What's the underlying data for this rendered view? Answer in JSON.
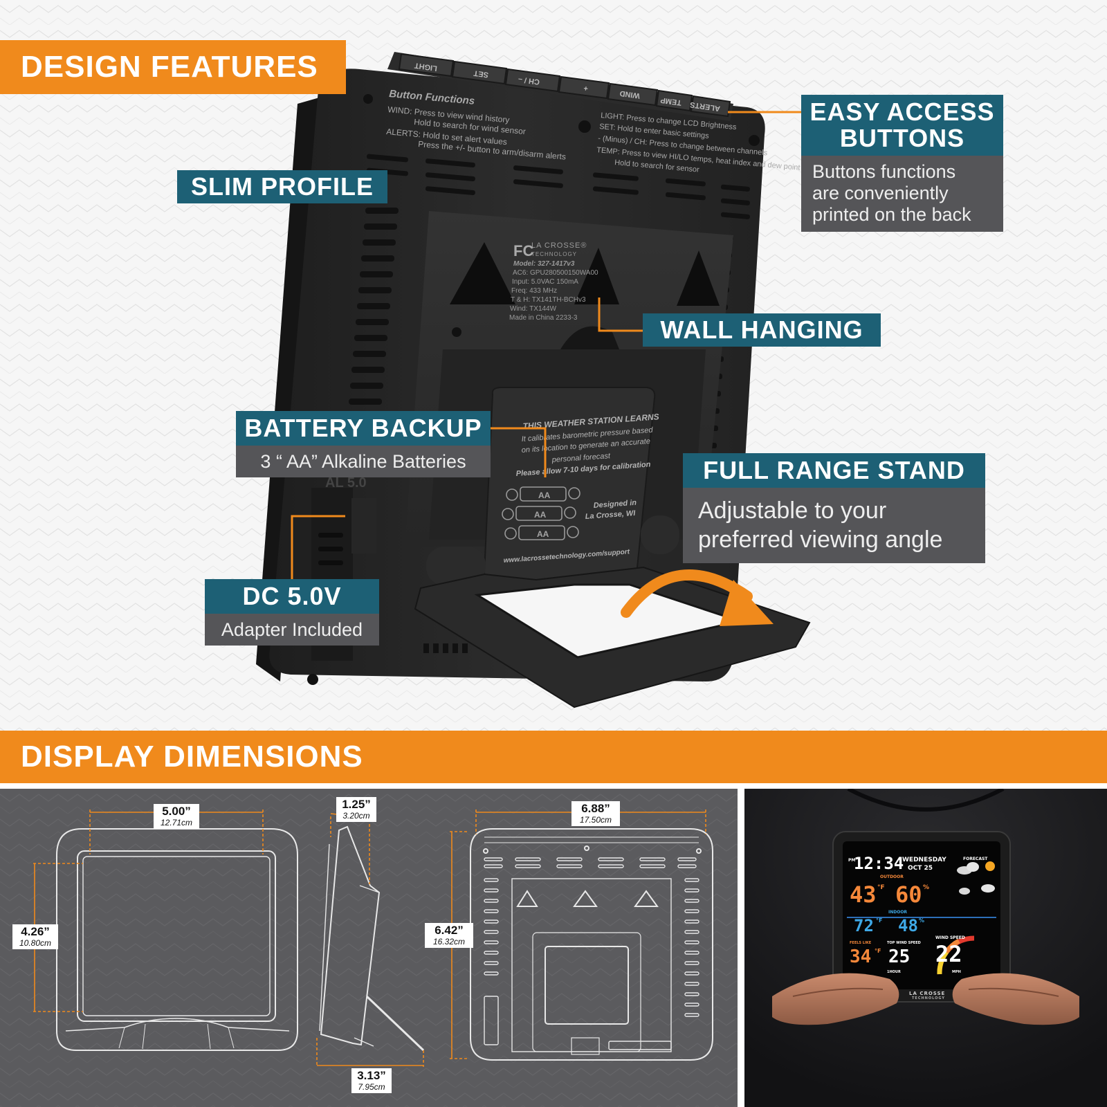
{
  "sections": {
    "design_features": "DESIGN FEATURES",
    "display_dimensions": "DISPLAY DIMENSIONS"
  },
  "callouts": {
    "easy_access": {
      "title_line1": "EASY ACCESS",
      "title_line2": "BUTTONS",
      "desc_line1": "Buttons functions",
      "desc_line2": "are conveniently",
      "desc_line3": "printed on the back"
    },
    "slim_profile": {
      "title": "SLIM PROFILE"
    },
    "wall_hanging": {
      "title": "WALL HANGING"
    },
    "battery_backup": {
      "title": "BATTERY BACKUP",
      "desc": "3 “ AA” Alkaline Batteries"
    },
    "full_range_stand": {
      "title": "FULL RANGE STAND",
      "desc_line1": "Adjustable to your",
      "desc_line2": "preferred viewing angle"
    },
    "dc_power": {
      "title": "DC 5.0V",
      "desc": "Adapter Included"
    }
  },
  "device_back": {
    "buttons": [
      "LIGHT",
      "SET",
      "CH / –",
      "+",
      "WIND",
      "TEMP",
      "ALERTS"
    ],
    "button_functions_title": "Button Functions",
    "left_text": [
      "WIND: Press to view wind history",
      "Hold to search for wind sensor",
      "ALERTS: Hold to set alert values",
      "Press the +/- button to arm/disarm alerts"
    ],
    "right_text": [
      "LIGHT: Press to change LCD Brightness",
      "SET: Hold to enter basic settings",
      "- (Minus) / CH: Press to change between channels",
      "TEMP: Press to view HI/LO temps, heat index and dew point",
      "Hold to search for sensor"
    ],
    "label_text": [
      "LA CROSSE®",
      "TECHNOLOGY",
      "Model: 327-1417v3",
      "AC6: GPU280500150WA00",
      "Input: 5.0VAC 150mA",
      "Freq: 433 MHz",
      "T & H: TX141TH-BCHv3",
      "Wind: TX144W",
      "Made in China 2233-3"
    ],
    "battery_door": [
      "THIS WEATHER STATION LEARNS",
      "It calibrates barometric pressure based",
      "on its location to generate an accurate",
      "personal forecast",
      "Please allow 7-10 days for calibration"
    ],
    "battery_labels": [
      "AA",
      "AA",
      "AA"
    ],
    "designed_in": [
      "Designed in",
      "La Crosse, WI"
    ],
    "support_url": "www.lacrossetechnology.com/support",
    "side_label": "AL 5.0"
  },
  "dimensions": {
    "width": {
      "in": "5.00”",
      "cm": "12.71cm"
    },
    "height": {
      "in": "4.26”",
      "cm": "10.80cm"
    },
    "depth": {
      "in": "1.25”",
      "cm": "3.20cm"
    },
    "stand_depth": {
      "in": "3.13”",
      "cm": "7.95cm"
    },
    "overall_width": {
      "in": "6.88”",
      "cm": "17.50cm"
    },
    "overall_height": {
      "in": "6.42”",
      "cm": "16.32cm"
    }
  },
  "display_screen": {
    "time": "12:34",
    "pm": "PM",
    "day": "WEDNESDAY",
    "date": "OCT 25",
    "forecast_label": "FORECAST",
    "outdoor_label": "OUTDOOR",
    "outdoor_temp": "43",
    "outdoor_humidity": "60",
    "indoor_label": "INDOOR",
    "indoor_temp": "72",
    "indoor_humidity": "48",
    "feels_like_label": "FEELS LIKE",
    "feels_like": "34",
    "top_wind_label": "TOP WIND SPEED",
    "top_wind": "25",
    "top_wind_sub": "1HOUR",
    "wind_label": "WIND SPEED",
    "wind_speed": "22",
    "wind_unit": "MPH",
    "unit_f": "°F",
    "unit_pct": "%",
    "brand": "LA CROSSE",
    "brand_sub": "TECHNOLOGY"
  },
  "colors": {
    "orange": "#f08a1c",
    "teal": "#1d6075",
    "gray_box": "#555558",
    "dims_bg": "#5b5b5e",
    "lcd_orange": "#f5883a",
    "lcd_blue": "#3ea8e6"
  }
}
